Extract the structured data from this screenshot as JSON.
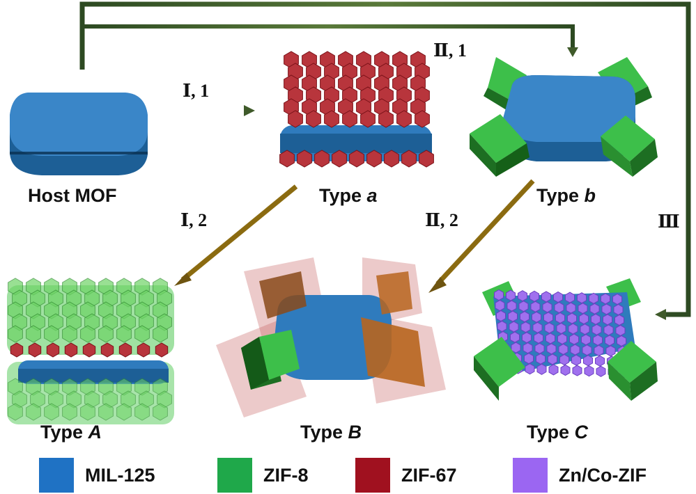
{
  "labels": {
    "host": "Host MOF",
    "type_a_prefix": "Type ",
    "type_a_var": "a",
    "type_b_prefix": "Type ",
    "type_b_var": "b",
    "type_A_prefix": "Type ",
    "type_A_var": "A",
    "type_B_prefix": "Type ",
    "type_B_var": "B",
    "type_C_prefix": "Type ",
    "type_C_var": "C"
  },
  "routes": {
    "r_I_1": "Ⅰ, 1",
    "r_II_1": "Ⅱ, 1",
    "r_I_2": "Ⅰ, 2",
    "r_II_2": "Ⅱ, 2",
    "r_III": "Ⅲ"
  },
  "legend": [
    {
      "name": "MIL-125",
      "color": "#1f72c4"
    },
    {
      "name": "ZIF-8",
      "color": "#1fa84a"
    },
    {
      "name": "ZIF-67",
      "color": "#a0111f"
    },
    {
      "name": "Zn/Co-ZIF",
      "color": "#9b66f2"
    }
  ],
  "colors": {
    "mof_top": "#3a86c8",
    "mof_side": "#1d5f96",
    "zif8": "#3dbf4a",
    "zif8_dark": "#1d6e22",
    "zif67": "#b8353c",
    "zif67_dark": "#7a1218",
    "znco": "#a070ee",
    "arrow_green": "#3f5a2a",
    "arrow_gold": "#b8900f"
  }
}
